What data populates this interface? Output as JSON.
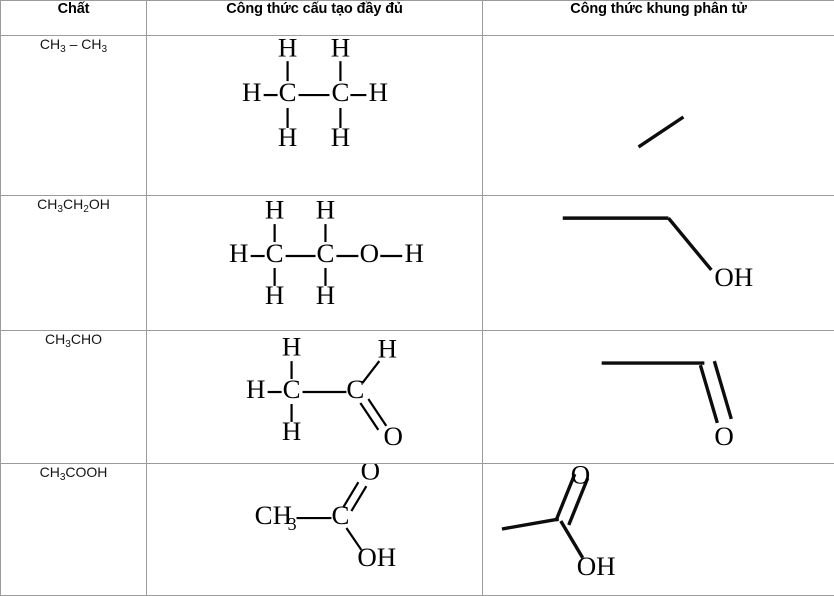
{
  "table": {
    "headers": [
      {
        "id": "chat",
        "label": "Chất"
      },
      {
        "id": "cong-thuc-cau-tao-day-du",
        "label": "Công thức cấu tạo đầy đủ"
      },
      {
        "id": "cong-thuc-khung-phan-tu",
        "label": "Công thức khung phân tử"
      }
    ],
    "rows": [
      {
        "id": "ethane",
        "name_parts": {
          "pre": "CH",
          "sub1": "3",
          "mid": " – CH",
          "sub2": "3"
        },
        "name_plain": "CH3 – CH3",
        "full_structure": {
          "type": "lewis",
          "description": "H-C(H)(H)-C(H)(H)-H ethane expanded structural formula",
          "atoms": [
            "H",
            "H",
            "H",
            "C",
            "C",
            "H",
            "H",
            "H"
          ],
          "center_labels": [
            "C",
            "C"
          ],
          "top_labels": [
            "H",
            "H"
          ],
          "bottom_labels": [
            "H",
            "H"
          ],
          "left_label": "H",
          "right_label": "H"
        },
        "skeletal": {
          "type": "skeletal",
          "description": "single diagonal line representing ethane C-C bond",
          "labels": []
        }
      },
      {
        "id": "ethanol",
        "name_parts": {
          "pre": "CH",
          "sub1": "3",
          "mid": "CH",
          "sub2": "2",
          "post": "OH"
        },
        "name_plain": "CH3CH2OH",
        "full_structure": {
          "type": "lewis",
          "description": "H-C(H)(H)-C(H)(H)-O-H ethanol expanded structural formula",
          "center_labels": [
            "C",
            "C",
            "O"
          ],
          "top_labels": [
            "H",
            "H"
          ],
          "bottom_labels": [
            "H",
            "H"
          ],
          "left_label": "H",
          "right_label": "H"
        },
        "skeletal": {
          "type": "skeletal",
          "description": "horizontal line then diagonal down-right to OH",
          "labels": [
            "OH"
          ]
        }
      },
      {
        "id": "acetaldehyde",
        "name_parts": {
          "pre": "CH",
          "sub1": "3",
          "mid": "CHO"
        },
        "name_plain": "CH3CHO",
        "full_structure": {
          "type": "lewis",
          "description": "H-C(H)(H)-C(H)=O acetaldehyde expanded structural formula",
          "center_labels": [
            "C",
            "C"
          ],
          "top_labels": [
            "H",
            "H"
          ],
          "bottom_labels": [
            "H"
          ],
          "left_label": "H",
          "double_bond_label": "O"
        },
        "skeletal": {
          "type": "skeletal",
          "description": "horizontal line then double bond down-right to O",
          "labels": [
            "O"
          ]
        }
      },
      {
        "id": "acetic-acid",
        "name_parts": {
          "pre": "CH",
          "sub1": "3",
          "mid": "COOH"
        },
        "name_plain": "CH3COOH",
        "full_structure": {
          "type": "condensed",
          "description": "CH3-C(=O)-OH acetic acid condensed structural formula",
          "left_label": "CH",
          "left_sub": "3",
          "center_labels": [
            "C"
          ],
          "double_bond_label": "O",
          "single_bond_label": "OH"
        },
        "skeletal": {
          "type": "skeletal",
          "description": "diagonal line, double bond up to O, single bond down-right to OH",
          "labels": [
            "O",
            "OH"
          ]
        }
      }
    ]
  },
  "colors": {
    "border": "#9b9b9b",
    "text": "#000000",
    "background": "#ffffff",
    "bond": "#0d0d0d"
  }
}
